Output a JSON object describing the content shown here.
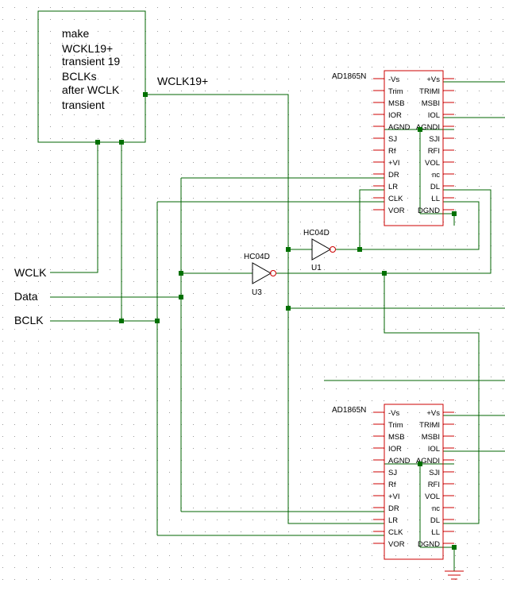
{
  "note_block": {
    "lines": [
      "make",
      "WCKL19+",
      "transient 19",
      "BCLKs",
      "after WCLK",
      "transient"
    ]
  },
  "net_labels": {
    "wclk19": "WCLK19+",
    "wclk": "WCLK",
    "data": "Data",
    "bclk": "BCLK"
  },
  "inverters": [
    {
      "part": "HC04D",
      "ref": "U1"
    },
    {
      "part": "HC04D",
      "ref": "U3"
    }
  ],
  "dacs": [
    {
      "part": "AD1865N"
    },
    {
      "part": "AD1865N"
    }
  ],
  "dac_pins_left": [
    "-Vs",
    "Trim",
    "MSB",
    "IOR",
    "AGND",
    "SJ",
    "Rf",
    "+VI",
    "DR",
    "LR",
    "CLK",
    "VOR"
  ],
  "dac_pins_right": [
    "+Vs",
    "TRIMI",
    "MSBI",
    "IOL",
    "AGNDI",
    "SJI",
    "RFI",
    "VOL",
    "nc",
    "DL",
    "LL",
    "DGND"
  ],
  "colors": {
    "wire": "#006400",
    "junction": "#007000",
    "component": "#cc0000",
    "text": "#000000",
    "grid": "#9a9a9a"
  }
}
